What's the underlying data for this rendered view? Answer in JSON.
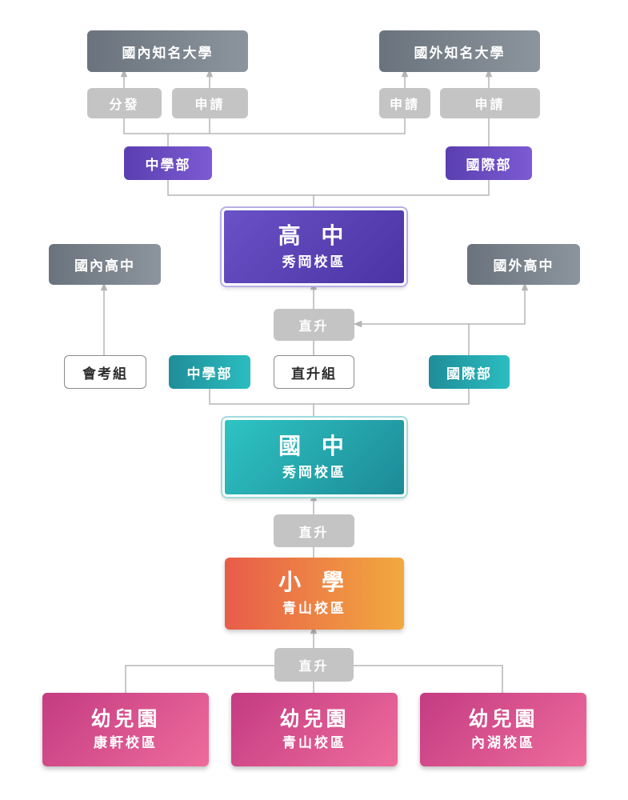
{
  "universities": {
    "domestic": "國內知名大學",
    "overseas": "國外知名大學"
  },
  "hs_paths": {
    "allocation": "分發",
    "apply_domestic": "申請",
    "apply_overseas_1": "申請",
    "apply_overseas_2": "申請"
  },
  "hs_divisions": {
    "secondary": "中學部",
    "international": "國際部"
  },
  "high_school": {
    "title": "高 中",
    "campus": "秀岡校區"
  },
  "other_hs": {
    "domestic": "國內高中",
    "overseas": "國外高中"
  },
  "direct_promotion": {
    "to_hs": "直升",
    "to_jhs": "直升",
    "to_elem": "直升"
  },
  "jhs_groups": {
    "exam": "會考組",
    "secondary": "中學部",
    "direct": "直升組",
    "international": "國際部"
  },
  "junior_high": {
    "title": "國 中",
    "campus": "秀岡校區"
  },
  "elementary": {
    "title": "小 學",
    "campus": "青山校區"
  },
  "kindergartens": [
    {
      "title": "幼兒園",
      "campus": "康軒校區"
    },
    {
      "title": "幼兒園",
      "campus": "青山校區"
    },
    {
      "title": "幼兒園",
      "campus": "內湖校區"
    }
  ],
  "colors": {
    "connector": "#b5b5b5",
    "high_school": "#5a3fb0",
    "junior_high": "#22a7ad",
    "elementary": "#ec7a45",
    "kindergarten": "#d94b8c"
  }
}
